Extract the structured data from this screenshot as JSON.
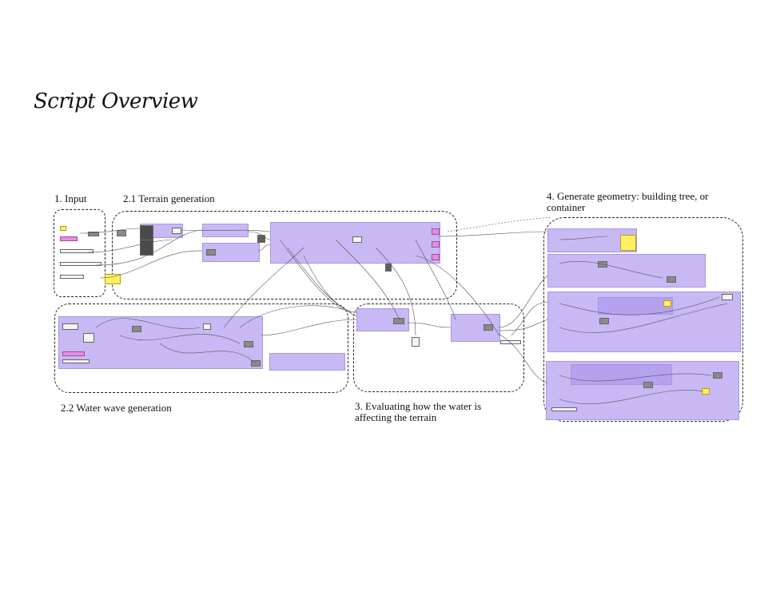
{
  "page": {
    "title": "Script Overview"
  },
  "sections": [
    {
      "id": "input",
      "label": "1. Input"
    },
    {
      "id": "terrain",
      "label": "2.1 Terrain generation"
    },
    {
      "id": "water",
      "label": "2.2 Water wave generation"
    },
    {
      "id": "evaluate",
      "label": "3. Evaluating how the water is affecting the terrain"
    },
    {
      "id": "geometry",
      "label": "4. Generate geometry: building tree, or container"
    }
  ],
  "colors": {
    "group_fill": "#c8b8f4",
    "node_pink": "#e58ee0",
    "node_yellow": "#fff065",
    "node_gray": "#8a8a8a",
    "wire": "#555555"
  }
}
